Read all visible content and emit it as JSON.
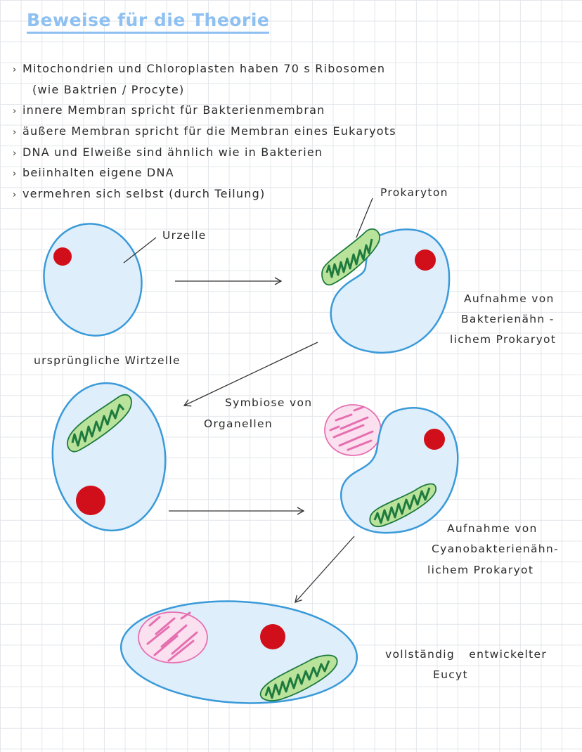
{
  "title": "Beweise für die Theorie",
  "bullets": [
    "Mitochondrien und Chloroplasten haben 70 s Ribosomen",
    "(wie Baktrien / Procyte)",
    "innere Membran spricht für Bakterienmembran",
    "äußere Membran spricht für die Membran eines Eukaryots",
    "DNA und Elweiße sind ähnlich wie in Bakterien",
    "beiinhalten eigene DNA",
    "vermehren sich selbst (durch Teilung)"
  ],
  "labels": {
    "prokaryton": "Prokaryton",
    "urzelle": "Urzelle",
    "aufnahme_bakterien": [
      "Aufnahme von",
      "Bakterienähn -",
      "lichem Prokaryot"
    ],
    "wirtzelle": "ursprüngliche Wirtzelle",
    "symbiose": [
      "Symbiose von",
      "Organellen"
    ],
    "aufnahme_cyano": [
      "Aufnahme von",
      "Cyanobakterienähn-",
      "lichem Prokaryot"
    ],
    "eucyt": [
      "vollständig entwickelter",
      "Eucyt"
    ]
  },
  "colors": {
    "title": "#8ec0f2",
    "cell_fill": "#deeefb",
    "cell_stroke": "#3a9ad9",
    "nucleus": "#d10f1a",
    "mito_fill": "#b9e39a",
    "mito_inner": "#1e7a3e",
    "chloro_fill": "#fbe0ef",
    "chloro_stroke": "#e56fb0"
  }
}
